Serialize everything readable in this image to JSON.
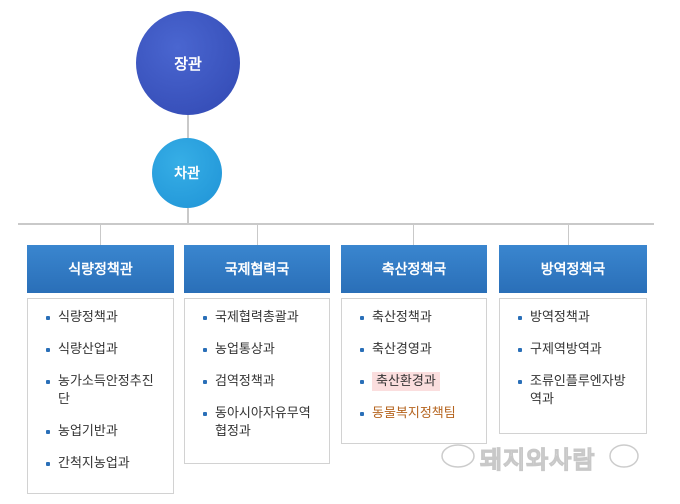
{
  "minister": {
    "label": "장관"
  },
  "vice_minister": {
    "label": "차관"
  },
  "departments": [
    {
      "title": "식량정책관",
      "items": [
        "식량정책과",
        "식량산업과",
        "농가소득안정추진단",
        "농업기반과",
        "간척지농업과"
      ]
    },
    {
      "title": "국제협력국",
      "items": [
        "국제협력총괄과",
        "농업통상과",
        "검역정책과",
        "동아시아자유무역협정과"
      ]
    },
    {
      "title": "축산정책국",
      "items": [
        "축산정책과",
        "축산경영과",
        "축산환경과",
        "동물복지정책팀"
      ]
    },
    {
      "title": "방역정책국",
      "items": [
        "방역정책과",
        "구제역방역과",
        "조류인플루엔자방역과"
      ]
    }
  ],
  "colors": {
    "minister": "#3148b2",
    "vice_minister": "#1f93d6",
    "dept_header": "#2a6fb8",
    "highlight_bg": "#fbdede",
    "team_text": "#b5641f"
  },
  "watermark": {
    "text": "돼지와사람"
  }
}
